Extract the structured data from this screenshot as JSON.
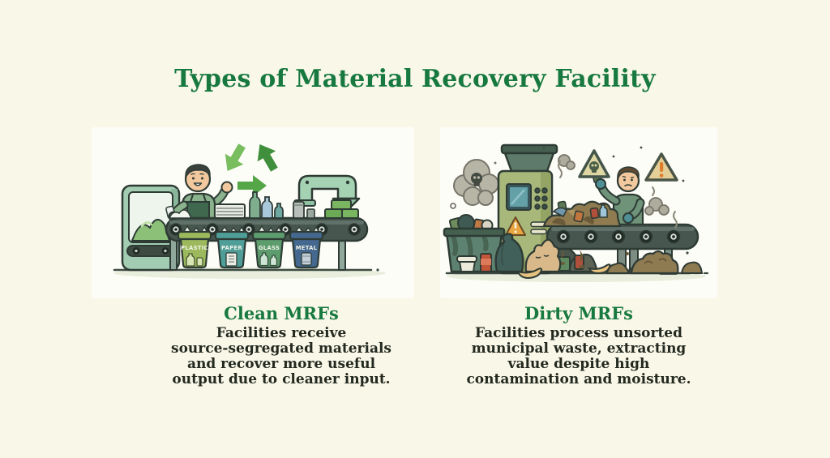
{
  "title": "Types of Material Recovery Facility",
  "colors": {
    "background": "#f9f7e8",
    "panel": "#fdfdf7",
    "accent_green": "#17793f",
    "body_text": "#23291f"
  },
  "sections": [
    {
      "id": "clean",
      "heading": "Clean MRFs",
      "description_lines": [
        "Facilities receive",
        "source-segregated materials",
        "and recover more useful",
        "output due to cleaner input."
      ],
      "bins": [
        "PLASTIC",
        "PAPER",
        "GLASS",
        "METAL"
      ]
    },
    {
      "id": "dirty",
      "heading": "Dirty MRFs",
      "description_lines": [
        "Facilities process unsorted",
        "municipal waste, extracting",
        "value despite high",
        "contamination and moisture."
      ]
    }
  ]
}
